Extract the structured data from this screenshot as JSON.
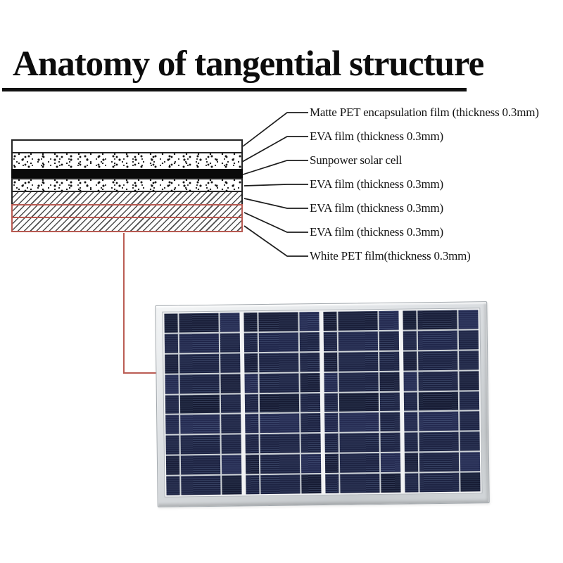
{
  "title": "Anatomy of tangential structure",
  "diagram": {
    "layers": [
      {
        "name": "matte-pet-film",
        "label": "Matte PET encapsulation film (thickness 0.3mm)",
        "pattern": "solid-white"
      },
      {
        "name": "eva-film-1",
        "label": "EVA film (thickness 0.3mm)",
        "pattern": "speckle"
      },
      {
        "name": "sunpower-cell",
        "label": "Sunpower solar cell",
        "pattern": "solid-black"
      },
      {
        "name": "eva-film-2",
        "label": "EVA film (thickness 0.3mm)",
        "pattern": "speckle"
      },
      {
        "name": "eva-film-3",
        "label": "EVA film (thickness 0.3mm)",
        "pattern": "hatch"
      },
      {
        "name": "eva-film-4",
        "label": "EVA film (thickness 0.3mm)",
        "pattern": "hatch-red-border"
      },
      {
        "name": "white-pet-film",
        "label": "White PET film(thickness 0.3mm)",
        "pattern": "hatch-red-border"
      }
    ]
  },
  "panel": {
    "column_groups": 4,
    "sub_columns": 3,
    "rows": 9
  },
  "colors": {
    "connector_red": "#bb5d54",
    "layer_border_black": "#242424",
    "layer_border_red": "#b85a52",
    "cell_navy": "#1d2342",
    "frame_silver": "#d2d6d9",
    "grid_line_silver": "#ced3d7",
    "text_black": "#141414"
  }
}
